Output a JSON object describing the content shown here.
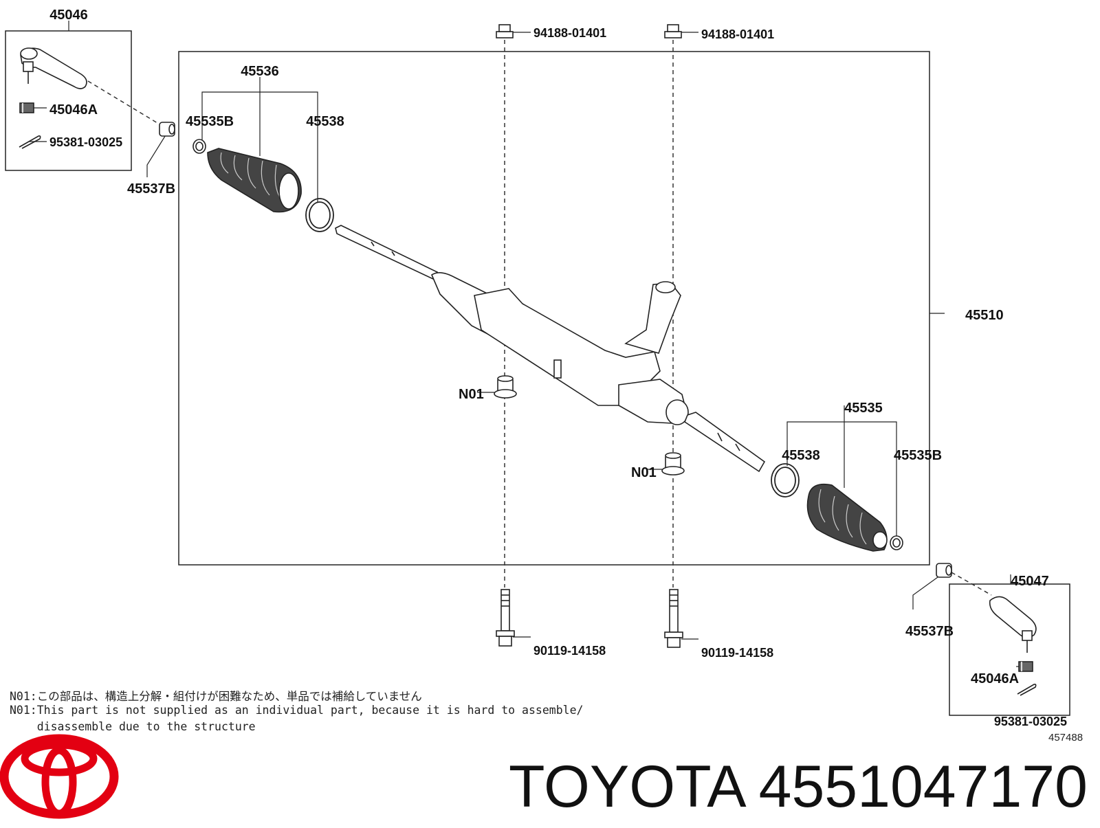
{
  "parts": {
    "tie_rod_end_lh": "45046",
    "tie_rod_end_rh": "45047",
    "nut_lh": "45046A",
    "nut_rh": "45046A",
    "cotter_pin_lh": "95381-03025",
    "cotter_pin_rh": "95381-03025",
    "lock_nut_lh": "45537B",
    "lock_nut_rh": "45537B",
    "boot_lh": "45536",
    "boot_rh": "45535",
    "clamp_small_lh": "45535B",
    "clamp_small_rh": "45535B",
    "clamp_large_lh": "45538",
    "clamp_large_rh": "45538",
    "bolt_nut_left": "94188-01401",
    "bolt_nut_right": "94188-01401",
    "gear_assembly": "45510",
    "bushing_left": "N01",
    "bushing_right": "N01",
    "bolt_left": "90119-14158",
    "bolt_right": "90119-14158"
  },
  "notes": {
    "jp": "N01:この部品は、構造上分解・組付けが困難なため、単品では補給していません",
    "en_line1": "N01:This part is not supplied as an individual part, because it is hard to assemble/",
    "en_line2": "    disassemble due to the structure"
  },
  "catalog_number": "457488",
  "brand": {
    "name": "TOYOTA",
    "part_number": "4551047170",
    "logo_color": "#e30012"
  }
}
